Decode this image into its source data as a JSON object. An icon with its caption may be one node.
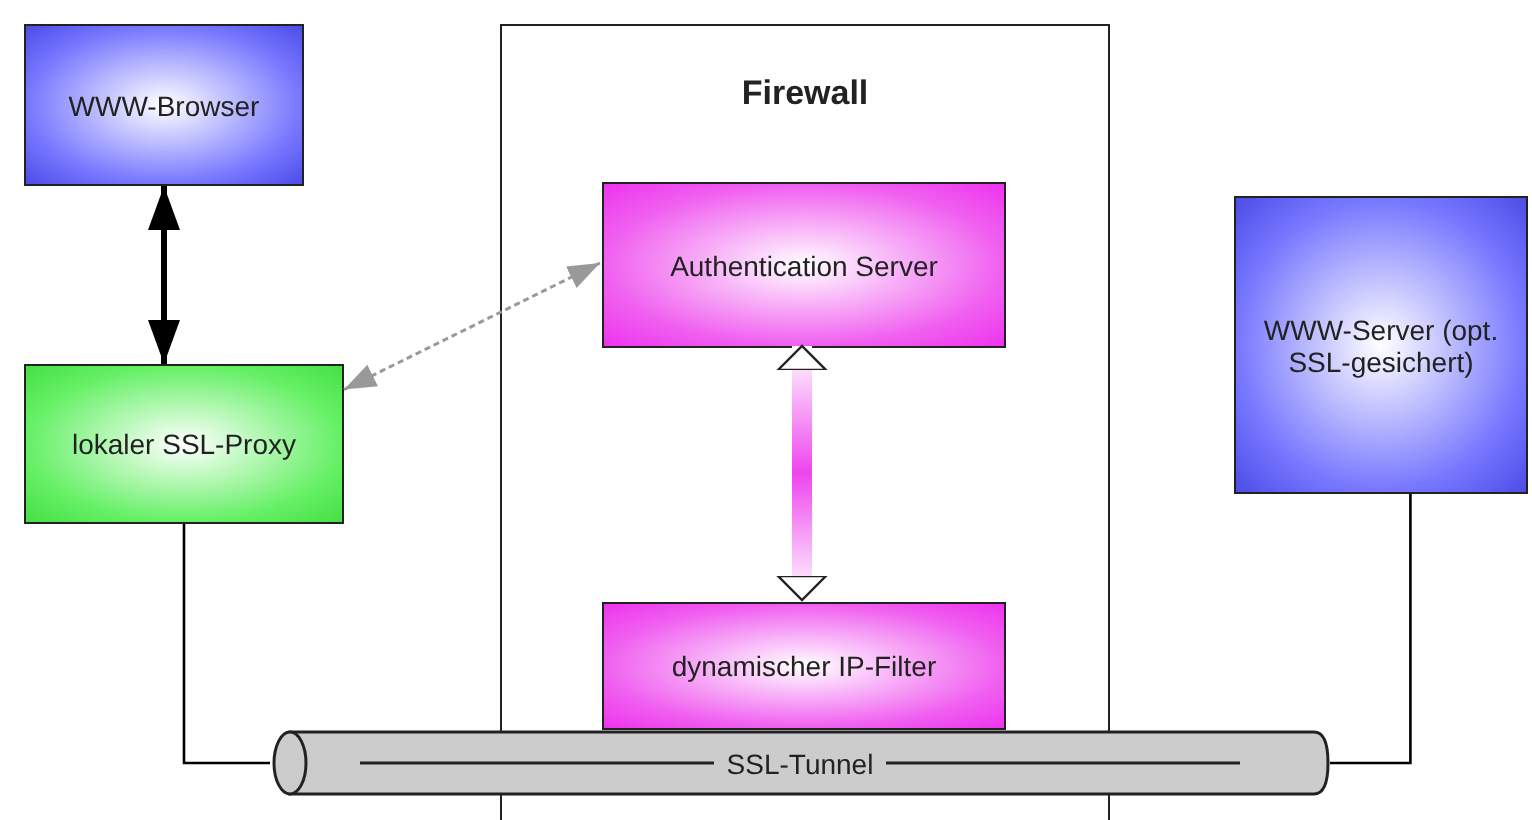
{
  "diagram": {
    "nodes": [
      {
        "text": [
          "WWW-Browser"
        ]
      },
      {
        "text": [
          "lokaler SSL-Proxy"
        ]
      },
      {
        "text": [
          "Firewall"
        ]
      },
      {
        "text": [
          "Authentication Server"
        ],
        "in": 2
      },
      {
        "text": [
          "dynamischer IP-Filter"
        ],
        "in": 2
      },
      {
        "text": [
          "WWW-Server (opt. SSL-gesichert)"
        ]
      },
      {
        "text": [
          "SSL-Tunnel"
        ]
      }
    ],
    "edges": [
      {
        "from": 0,
        "to": 1,
        "arrow": "both",
        "style": "thick"
      },
      {
        "from": 1,
        "to": 3,
        "arrow": "both",
        "style": "dashed",
        "color": "#999999"
      },
      {
        "from": 3,
        "to": 4,
        "arrow": "both",
        "style": "thick",
        "color": "#ee44ee"
      },
      {
        "from": 1,
        "to": 6,
        "arrow": "none"
      },
      {
        "from": 5,
        "to": 6,
        "arrow": "none"
      }
    ]
  }
}
